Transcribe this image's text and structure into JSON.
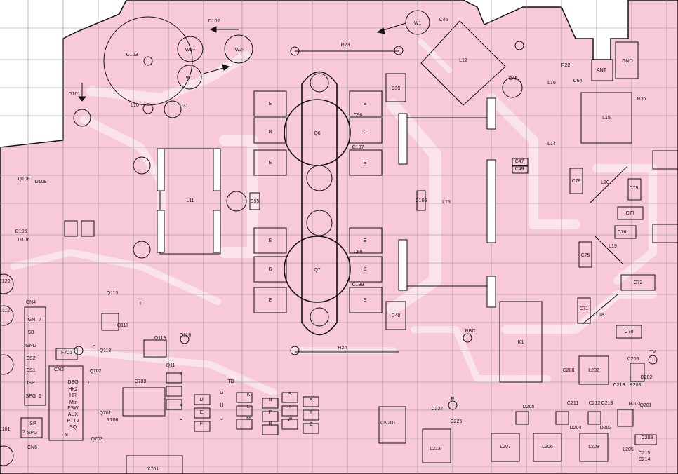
{
  "colors": {
    "board": "#f7c9d9",
    "trace": "#fbe3ec",
    "line": "#111111",
    "grid": "#8a8a8a"
  },
  "labels": {
    "d102": "D102",
    "w1_top": "W1",
    "c46": "C46",
    "r23": "R23",
    "l12": "L12",
    "r22": "R22",
    "ant": "ANT",
    "gnd": "GND",
    "c103": "C103",
    "w2p": "W2+",
    "w2m": "W2-",
    "w1": "W1",
    "d101": "D101",
    "l10": "L10",
    "c31": "C31",
    "c39": "C39",
    "c45": "C45",
    "l16": "L16",
    "c64": "C64",
    "l15": "L15",
    "r36": "R36",
    "l14": "L14",
    "e": "E",
    "b": "B",
    "c": "C",
    "q6": "Q6",
    "q7": "Q7",
    "c96": "C96",
    "c197": "C197",
    "c98": "C98",
    "c199": "C199",
    "c106": "C106",
    "c47": "C47",
    "c49": "C49",
    "l11": "L11",
    "c95": "C95",
    "l13": "L13",
    "c78": "C78",
    "l20": "L20",
    "c79": "C79",
    "c77": "C77",
    "c76": "C76",
    "l19": "L19",
    "c75": "C75",
    "c72": "C72",
    "c71": "C71",
    "l18": "L18",
    "c70": "C70",
    "c40": "C40",
    "rbc": "RBC",
    "k1": "K1",
    "r24": "R24",
    "q108": "Q108",
    "d108": "D108",
    "d106": "D106",
    "d105": "D105",
    "c120": "C120",
    "c112": "C112",
    "cn4": "CN4",
    "ign": "IGN",
    "sb": "SB",
    "gnd2": "GND",
    "es2": "ES2",
    "es1": "ES1",
    "isp": "ISP",
    "spg": "SPG",
    "n7": "7",
    "n1": "1",
    "f701": "F701",
    "cn2": "CN2",
    "deo": "DEO",
    "hk2": "HK2",
    "hr": "HR",
    "mtr": "Mtr",
    "fsw": "FSW",
    "aux": "AUX",
    "ptt2": "PTT2",
    "sq": "SQ",
    "n2": "2",
    "n8": "8",
    "n1b": "1",
    "c101": "C101",
    "isp2": "ISP",
    "spg2": "SPG",
    "cn6": "CN6",
    "q117": "Q117",
    "q116": "Q116",
    "q119": "Q119",
    "q113": "Q113",
    "q118": "Q118",
    "q11": "Q11",
    "c789": "C789",
    "q702": "Q702",
    "q701": "Q701",
    "q703": "Q703",
    "r708": "R708",
    "x701": "X701",
    "btb": "TB",
    "bc": "C",
    "btt": "T",
    "pa": "A",
    "pb": "B",
    "pc": "C",
    "pd": "D",
    "pe": "E",
    "pf": "F",
    "pg": "G",
    "ph": "H",
    "pj": "J",
    "pk": "K",
    "pl": "L",
    "pm": "M",
    "pn": "N",
    "pp": "P",
    "pr": "R",
    "ps": "S",
    "pt": "T",
    "pw": "W",
    "px": "X",
    "py": "Y",
    "pz": "Z",
    "cn201": "CN201",
    "r": "R",
    "l213": "L213",
    "l207": "L207",
    "l206": "L206",
    "l203": "L203",
    "l202": "L202",
    "d202": "D202",
    "d205": "D205",
    "d204": "D204",
    "d203": "D203",
    "tv": "TV",
    "c206": "C206",
    "c218": "C218",
    "r208": "R208",
    "q201": "Q201",
    "c209": "C209",
    "c215": "C215",
    "c214": "C214",
    "l205": "L205",
    "c208": "C208",
    "c226": "C226",
    "c227": "C227",
    "c211": "C211",
    "r203": "R203",
    "c212": "C212",
    "c213": "C213"
  }
}
